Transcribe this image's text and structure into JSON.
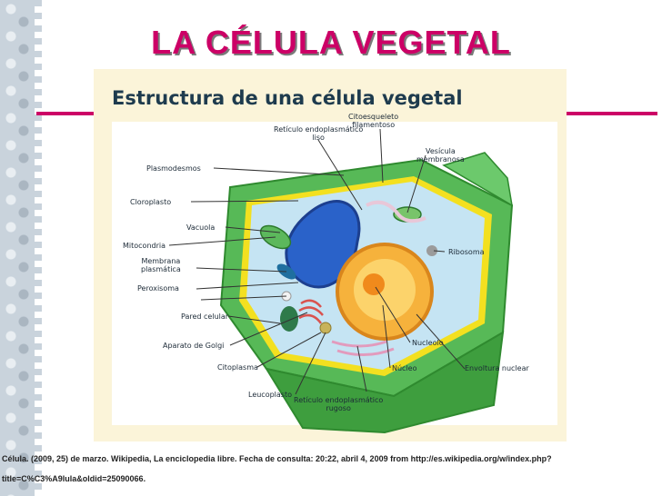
{
  "slide": {
    "title": "LA CÉLULA VEGETAL"
  },
  "figure": {
    "title": "Estructura de una célula vegetal",
    "labels": {
      "citoesqueleto_1": "Citoesqueleto",
      "citoesqueleto_2": "filamentoso",
      "reticulo_liso_1": "Retículo endoplasmático",
      "reticulo_liso_2": "liso",
      "vesicula_1": "Vesícula",
      "vesicula_2": "membranosa",
      "plasmodesmos": "Plasmodesmos",
      "cloroplasto": "Cloroplasto",
      "vacuola": "Vacuola",
      "mitocondria": "Mitocondria",
      "membrana_1": "Membrana",
      "membrana_2": "plasmática",
      "peroxisoma": "Peroxisoma",
      "pared": "Pared celular",
      "golgi": "Aparato de Golgi",
      "citoplasma": "Citoplasma",
      "leucoplasto": "Leucoplasto",
      "reticulo_rugoso_1": "Retículo endoplasmático",
      "reticulo_rugoso_2": "rugoso",
      "ribosoma": "Ribosoma",
      "nucleolo": "Nucleolo",
      "nucleo": "Núcleo",
      "envoltura": "Envoltura nuclear"
    }
  },
  "citation": {
    "line1": "Célula. (2009, 25) de marzo. Wikipedia, La enciclopedia libre. Fecha de consulta: 20:22, abril 4, 2009 from http://es.wikipedia.org/w/index.php?",
    "line2": "title=C%C3%A9lula&oldid=25090066."
  },
  "colors": {
    "title": "#cc0066",
    "cell_wall": "#3aa83a",
    "cytoplasm": "#bfe0f0",
    "vacuole": "#2a62c9",
    "nucleus": "#f5a623"
  }
}
